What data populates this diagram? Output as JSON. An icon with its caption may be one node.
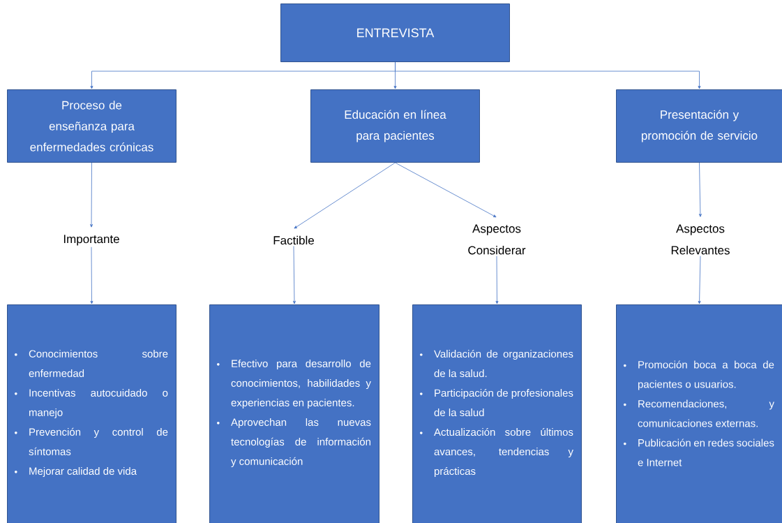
{
  "diagram": {
    "nodes": [
      {
        "text": [
          "ENTREVISTA"
        ]
      },
      {
        "text": [
          "Proceso de enseñanza para enfermedades crónicas"
        ]
      },
      {
        "text": [
          "Educación en línea para pacientes"
        ]
      },
      {
        "text": [
          "Presentación y promoción de servicio"
        ]
      },
      {
        "text": [
          "Importante"
        ]
      },
      {
        "text": [
          "Factible"
        ]
      },
      {
        "text": [
          "Aspectos Considerar"
        ]
      },
      {
        "text": [
          "Aspectos Relevantes"
        ]
      },
      {
        "text": [
          "Conocimientos sobre enfermedad",
          "Incentivas autocuidado o manejo",
          "Prevención y control de síntomas",
          "Mejorar calidad de vida"
        ]
      },
      {
        "text": [
          "Efectivo para desarrollo de conocimientos, habilidades y experiencias en pacientes.",
          "Aprovechan las nuevas tecnologías de información y comunicación"
        ]
      },
      {
        "text": [
          "Validación de organizaciones de la salud.",
          "Participación de profesionales de la salud",
          "Actualización sobre últimos avances, tendencias y prácticas"
        ]
      },
      {
        "text": [
          "Promoción boca a boca de pacientes o usuarios.",
          "Recomendaciones, y comunicaciones externas.",
          "Publicación en redes sociales e Internet"
        ]
      }
    ],
    "edges": [
      {
        "from": 0,
        "to": 1,
        "arrow": "to"
      },
      {
        "from": 0,
        "to": 2,
        "arrow": "to"
      },
      {
        "from": 0,
        "to": 3,
        "arrow": "to"
      },
      {
        "from": 1,
        "to": 4,
        "arrow": "to"
      },
      {
        "from": 2,
        "to": 5,
        "arrow": "to"
      },
      {
        "from": 2,
        "to": 6,
        "arrow": "to"
      },
      {
        "from": 3,
        "to": 7,
        "arrow": "to"
      },
      {
        "from": 4,
        "to": 8,
        "arrow": "to"
      },
      {
        "from": 5,
        "to": 9,
        "arrow": "to"
      },
      {
        "from": 6,
        "to": 10,
        "arrow": "to"
      },
      {
        "from": 7,
        "to": 11,
        "arrow": "to"
      }
    ]
  }
}
